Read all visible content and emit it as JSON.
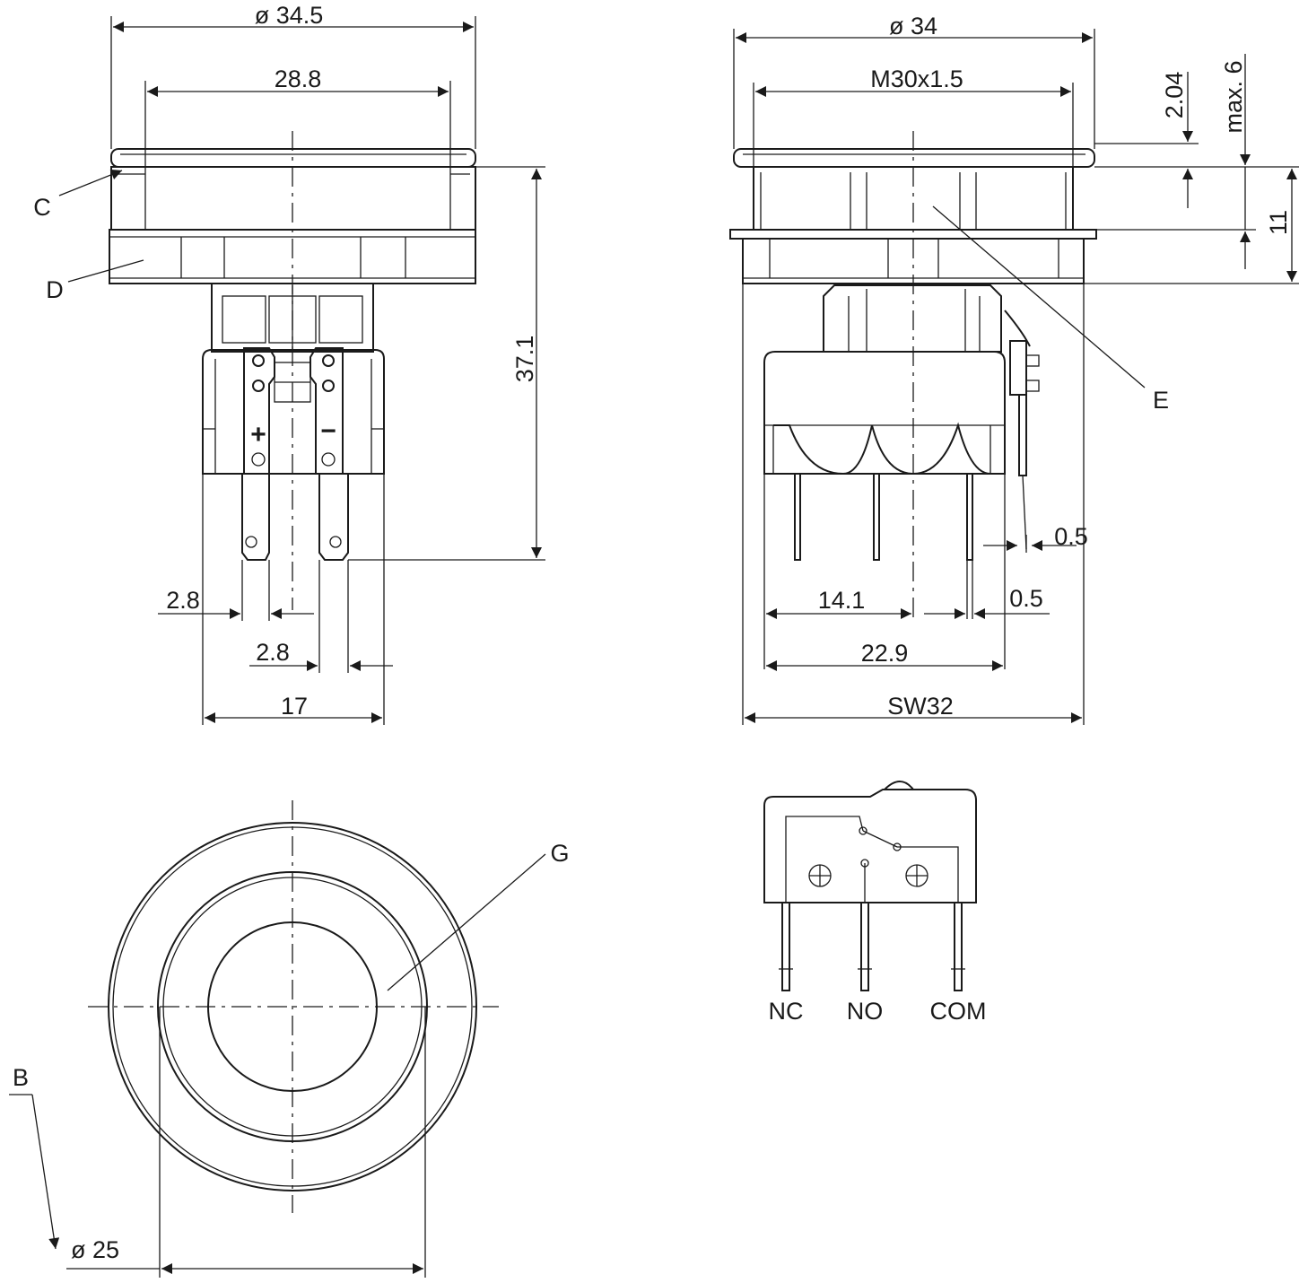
{
  "front_view": {
    "dims": {
      "outer_dia": "ø 34.5",
      "lens_width": "28.8",
      "height": "37.1",
      "tab_width_a": "2.8",
      "tab_width_b": "2.8",
      "body_width": "17"
    },
    "labels": {
      "c": "C",
      "d": "D"
    },
    "polarity": {
      "plus": "+",
      "minus": "−"
    }
  },
  "side_view": {
    "dims": {
      "outer_dia": "ø 34",
      "thread": "M30x1.5",
      "bezel_height": "2.04",
      "max_panel": "max. 6",
      "collar_height": "11",
      "pin_thickness_a": "0.5",
      "pin_thickness_b": "0.5",
      "pin_pitch": "14.1",
      "body_length": "22.9",
      "wrench_size": "SW32"
    },
    "labels": {
      "e": "E"
    }
  },
  "top_view": {
    "dims": {
      "inner_dia": "ø 25"
    },
    "labels": {
      "b": "B",
      "g": "G"
    }
  },
  "schematic": {
    "pins": [
      "NC",
      "NO",
      "COM"
    ]
  }
}
